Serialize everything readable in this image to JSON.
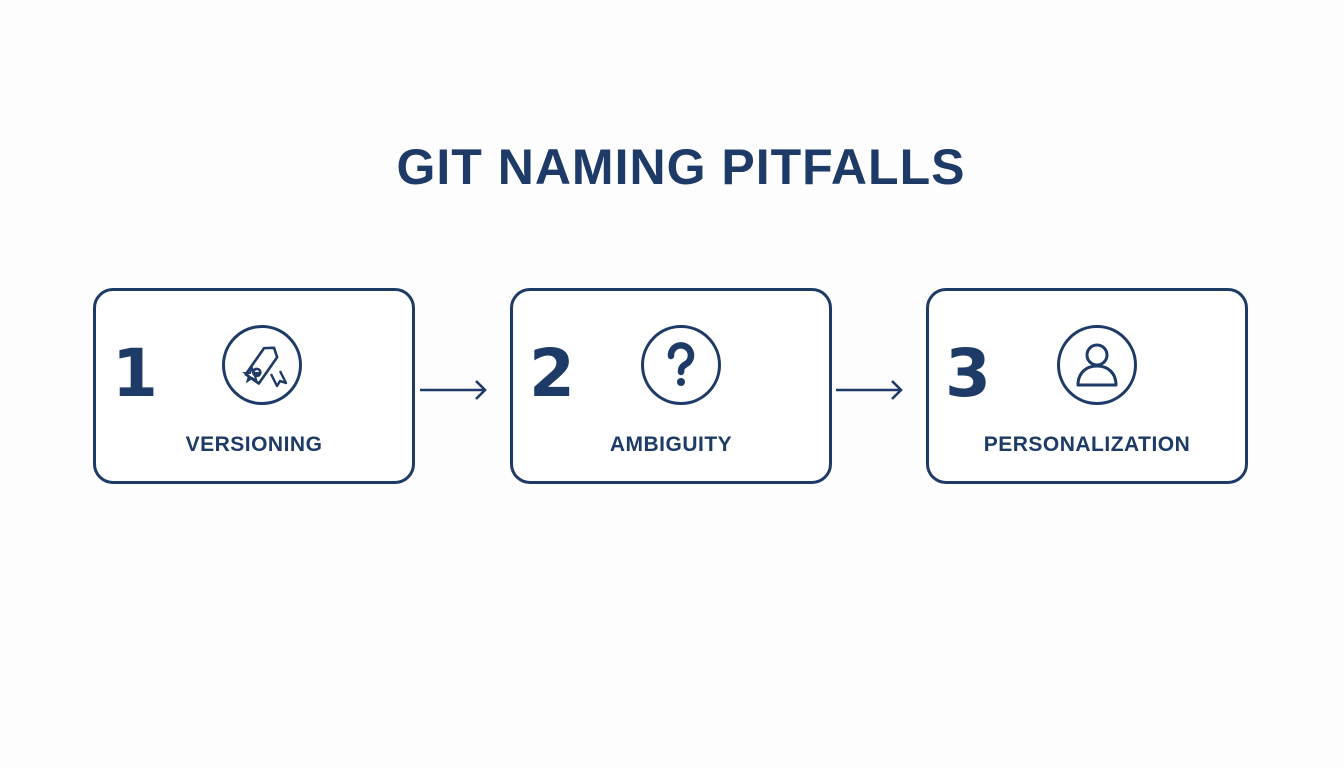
{
  "title": "GIT NAMING PITFALLS",
  "colors": {
    "primary": "#1e3a66",
    "background": "#fdfdfd"
  },
  "steps": [
    {
      "number": "1",
      "label": "VERSIONING",
      "icon": "tag-badge-icon"
    },
    {
      "number": "2",
      "label": "AMBIGUITY",
      "icon": "question-icon"
    },
    {
      "number": "3",
      "label": "PERSONALIZATION",
      "icon": "user-icon"
    }
  ],
  "connectors": [
    {
      "from": "1",
      "to": "2",
      "icon": "arrow-right-icon"
    },
    {
      "from": "2",
      "to": "3",
      "icon": "arrow-right-icon"
    }
  ]
}
